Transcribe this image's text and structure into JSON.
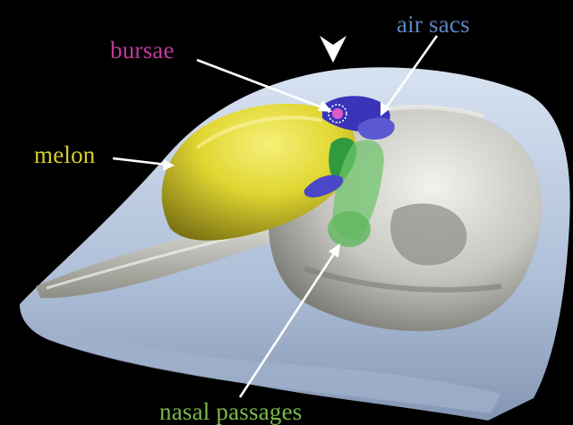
{
  "labels": {
    "bursae": "bursae",
    "air_sacs": "air sacs",
    "melon": "melon",
    "nasal_passages": "nasal passages"
  },
  "colors": {
    "background": "#000000",
    "bursae": "#c0399a",
    "air_sacs": "#5b86c2",
    "melon": "#d8cf2a",
    "nasal_passages": "#78b84a",
    "soft_tissue": "#b9c8de",
    "skull": "#c9c9c4",
    "arrow": "#ffffff"
  },
  "icons": {
    "view_direction": "arrowhead-down-icon"
  }
}
